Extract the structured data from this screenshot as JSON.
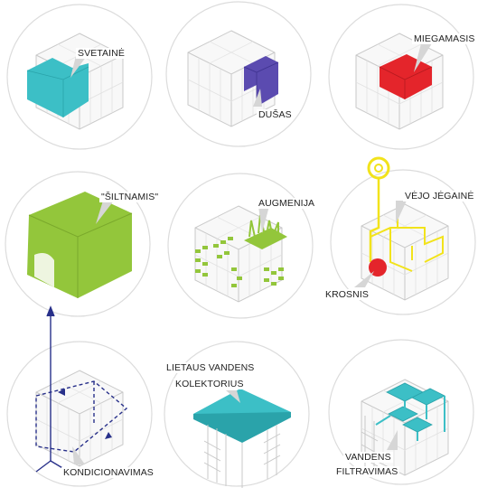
{
  "labels": {
    "svetaine": "SVETAINĖ",
    "dusas": "DUŠAS",
    "miegamasis": "MIEGAMASIS",
    "siltnamis": "\"ŠILTNAMIS\"",
    "augmenija": "AUGMENIJA",
    "vejo_jegaine": "VĖJO JĖGAINĖ",
    "krosnis": "KROSNIS",
    "kondicionavimas": "KONDICIONAVIMAS",
    "lietaus_line1": "LIETAUS VANDENS",
    "lietaus_line2": "KOLEKTORIUS",
    "vandens_line1": "VANDENS",
    "vandens_line2": "FILTRAVIMAS"
  },
  "colors": {
    "cyan": "#3cbfc6",
    "purple": "#5b4bb0",
    "red": "#e4252b",
    "green": "#93c63b",
    "yellow": "#f2e31b",
    "navy": "#28308a",
    "circle_stroke": "#dcdcdc",
    "house_line": "#c9c9c9",
    "callout": "#d6d6d6"
  }
}
